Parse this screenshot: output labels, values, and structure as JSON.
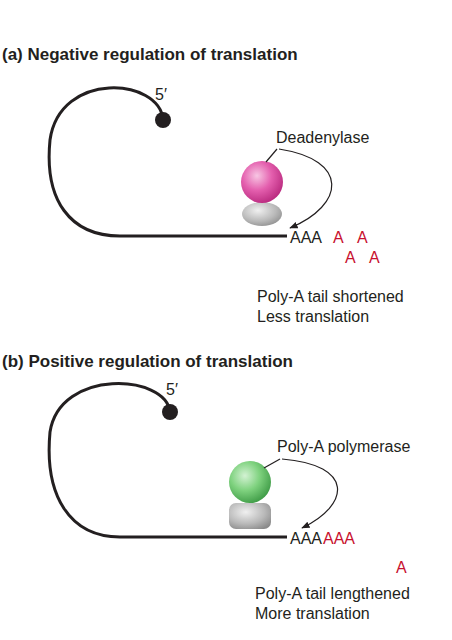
{
  "diagram": {
    "labels": [
      "(a) Negative regulation of translation",
      "5′",
      "Deadenylase",
      "AAA",
      "A",
      "A",
      "A",
      "A",
      "Poly-A tail shortened",
      "Less translation",
      "(b) Positive regulation of translation",
      "5′",
      "Poly-A polymerase",
      "AAA",
      "AAA",
      "A",
      "Poly-A tail lengthened",
      "More translation"
    ]
  }
}
